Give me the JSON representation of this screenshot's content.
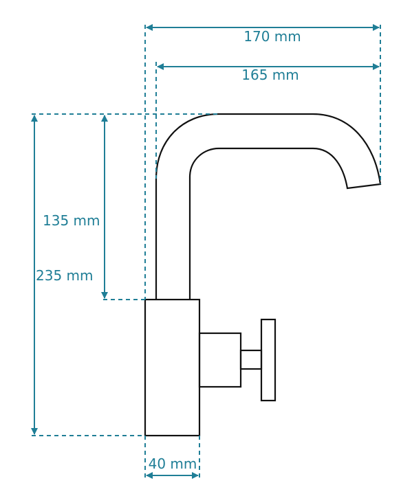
{
  "colors": {
    "dimension": "#1f7e96",
    "outline": "#111111",
    "background": "#ffffff"
  },
  "dimensions": {
    "overall_width": "170 mm",
    "spout_reach": "165 mm",
    "spout_height": "135 mm",
    "overall_height": "235 mm",
    "body_width": "40 mm"
  }
}
